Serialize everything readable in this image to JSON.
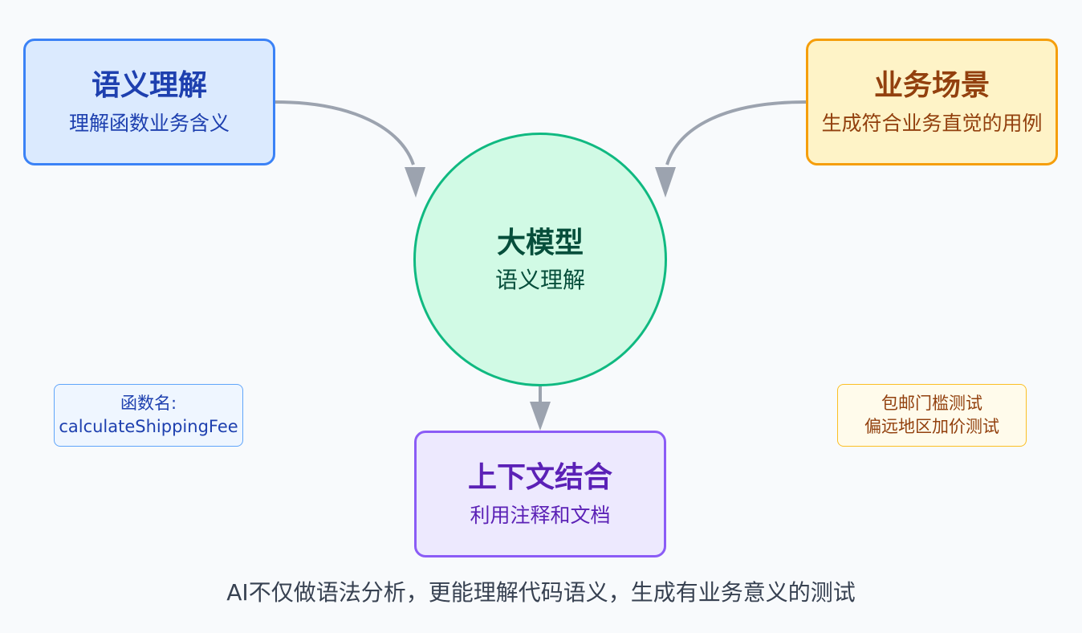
{
  "nodes": {
    "semantic": {
      "title": "语义理解",
      "subtitle": "理解函数业务含义"
    },
    "business": {
      "title": "业务场景",
      "subtitle": "生成符合业务直觉的用例"
    },
    "llm": {
      "title": "大模型",
      "subtitle": "语义理解"
    },
    "context": {
      "title": "上下文结合",
      "subtitle": "利用注释和文档"
    }
  },
  "notes": {
    "function_name": {
      "line1": "函数名:",
      "line2": "calculateShippingFee"
    },
    "tests": {
      "line1": "包邮门槛测试",
      "line2": "偏远地区加价测试"
    }
  },
  "caption": "AI不仅做语法分析，更能理解代码语义，生成有业务意义的测试",
  "colors": {
    "arrow": "#9ca3af",
    "semantic_border": "#3b82f6",
    "business_border": "#f59e0b",
    "llm_border": "#10b981",
    "context_border": "#8b5cf6"
  }
}
